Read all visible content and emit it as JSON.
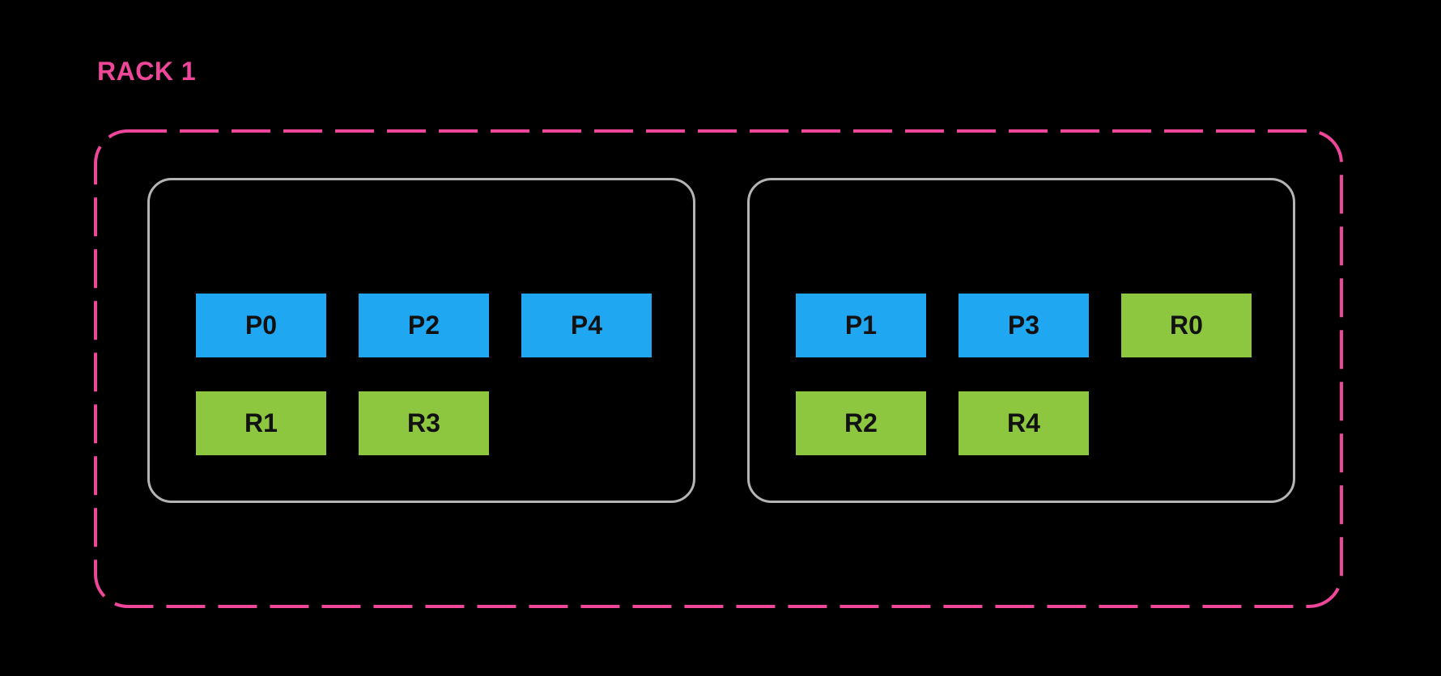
{
  "rack": {
    "title": "RACK 1",
    "nodes": [
      {
        "id": "node-left",
        "rows": [
          {
            "items": [
              {
                "label": "P0",
                "kind": "primary"
              },
              {
                "label": "P2",
                "kind": "primary"
              },
              {
                "label": "P4",
                "kind": "primary"
              }
            ]
          },
          {
            "items": [
              {
                "label": "R1",
                "kind": "replica"
              },
              {
                "label": "R3",
                "kind": "replica"
              }
            ]
          }
        ]
      },
      {
        "id": "node-right",
        "rows": [
          {
            "items": [
              {
                "label": "P1",
                "kind": "primary"
              },
              {
                "label": "P3",
                "kind": "primary"
              },
              {
                "label": "R0",
                "kind": "replica"
              }
            ]
          },
          {
            "items": [
              {
                "label": "R2",
                "kind": "replica"
              },
              {
                "label": "R4",
                "kind": "replica"
              }
            ]
          }
        ]
      }
    ]
  },
  "colors": {
    "background": "#000000",
    "shard_primary": "#1FA7F2",
    "shard_replica": "#8DC63F",
    "rack_border": "#EE4699",
    "node_border": "#B4B4B4",
    "label_text": "#EE4699",
    "shard_text": "#111111"
  }
}
